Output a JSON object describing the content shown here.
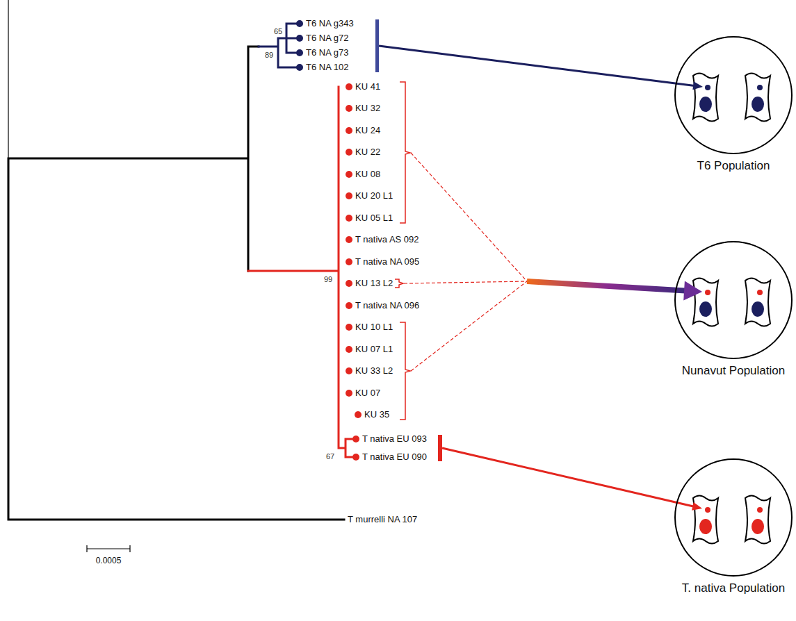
{
  "diagram": {
    "nodes": [
      {
        "text": [
          "T6 Population"
        ]
      },
      {
        "text": [
          "Nunavut Population"
        ]
      },
      {
        "text": [
          "T. nativa Population"
        ]
      }
    ],
    "labels": [
      "T6 NA g343",
      "T6 NA g72",
      "T6 NA g73",
      "T6 NA 102",
      "KU 41",
      "KU 32",
      "KU 24",
      "KU 22",
      "KU 08",
      "KU 20 L1",
      "KU 05 L1",
      "T nativa AS 092",
      "T nativa NA 095",
      "KU 13 L2",
      "T nativa NA 096",
      "KU 10 L1",
      "KU 07 L1",
      "KU 33 L2",
      "KU 07",
      "KU 35",
      "T nativa EU 093",
      "T nativa EU 090",
      "T murrelli NA 107",
      "65",
      "89",
      "99",
      "67",
      "0.0005"
    ]
  }
}
